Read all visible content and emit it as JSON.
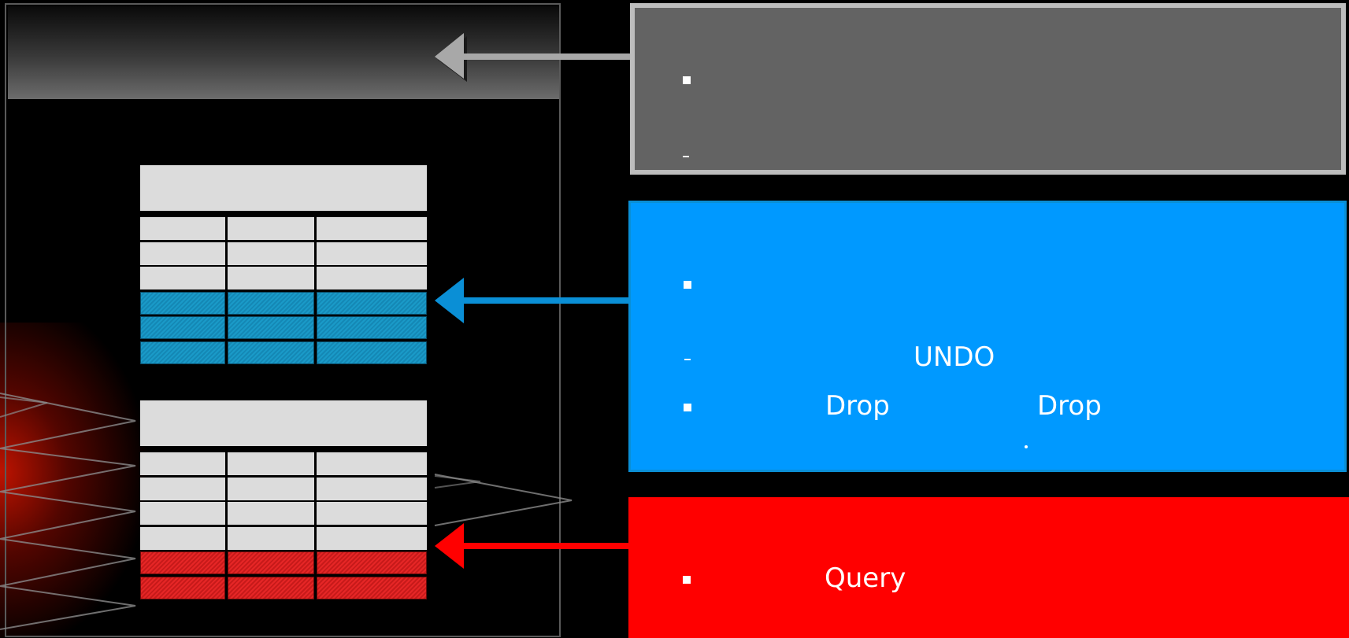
{
  "colors": {
    "background": "#000000",
    "gray_panel": "#636363",
    "gray_border": "#bdbdbd",
    "blue_panel": "#0099ff",
    "red_panel": "#ff0000",
    "blue_highlight": "#1a9ac8",
    "red_highlight": "#e62626",
    "table_cell": "#dcdcdc"
  },
  "tables": [
    {
      "rows": 6,
      "columns": 3,
      "highlight": "blue",
      "highlighted_rows": [
        3,
        4,
        5
      ]
    },
    {
      "rows": 6,
      "columns": 3,
      "highlight": "red",
      "highlighted_rows": [
        4,
        5
      ]
    }
  ],
  "panels": {
    "gray": {
      "items": [
        "",
        ""
      ]
    },
    "blue": {
      "undo_text": "UNDO",
      "drop_text_1": "Drop",
      "drop_text_2": "Drop"
    },
    "red": {
      "query_text": "Query"
    }
  }
}
